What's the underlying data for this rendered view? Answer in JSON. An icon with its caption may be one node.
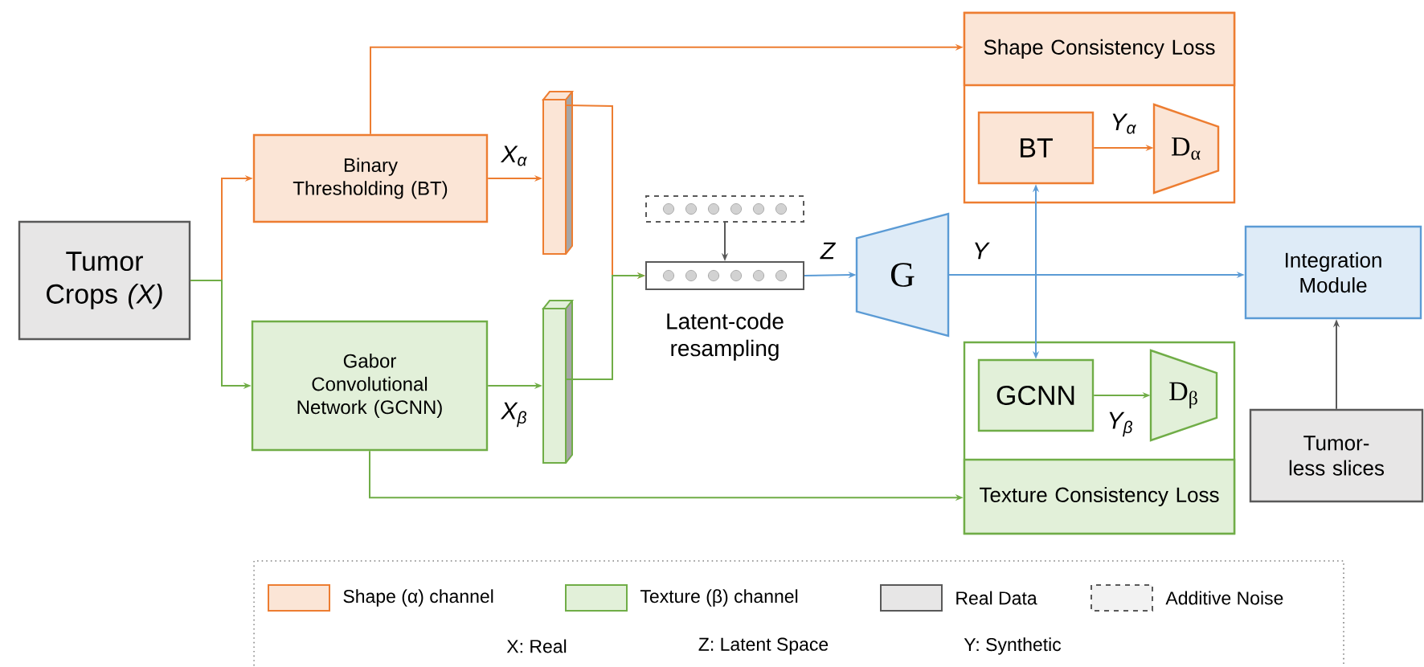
{
  "diagram": {
    "nodes": [
      {
        "text": [
          "Tumor Crops *(X)*"
        ]
      },
      {
        "text": [
          "Binary Thresholding (BT)"
        ]
      },
      {
        "text": [
          "Gabor Convolutional Network (GCNN)"
        ]
      },
      {
        "text": [],
        "shape": "bar"
      },
      {
        "text": [],
        "shape": "bar"
      },
      {
        "text": [],
        "shape": "box"
      },
      {
        "text": [],
        "shape": "box",
        "beside": [
          "Latent-code resampling"
        ]
      },
      {
        "text": [
          "G"
        ]
      },
      {
        "text": [
          "Shape Consistency Loss"
        ]
      },
      {
        "text": [
          "BT"
        ],
        "in": 8
      },
      {
        "text": [
          "D$_{α}$"
        ],
        "in": 8
      },
      {
        "text": [
          "Texture Consistency Loss"
        ]
      },
      {
        "text": [
          "GCNN"
        ],
        "in": 11
      },
      {
        "text": [
          "D$_{β}$"
        ],
        "in": 11
      },
      {
        "text": [
          "Integration Module"
        ]
      },
      {
        "text": [
          "Tumor-less slices"
        ]
      }
    ],
    "edges": [
      {
        "from": 0,
        "to": 1,
        "arrow": "to",
        "color": "#ed7d31"
      },
      {
        "from": 0,
        "to": 2,
        "arrow": "to",
        "color": "#70ad47"
      },
      {
        "from": 1,
        "to": 3,
        "arrow": "to",
        "label": "X$_{α}$",
        "color": "#ed7d31"
      },
      {
        "from": 2,
        "to": 4,
        "arrow": "to",
        "label": "X$_{β}$",
        "color": "#70ad47"
      },
      {
        "from": 1,
        "to": 8,
        "arrow": "to",
        "color": "#ed7d31"
      },
      {
        "from": 2,
        "to": 11,
        "arrow": "to",
        "color": "#70ad47"
      },
      {
        "from": 3,
        "to": 6,
        "arrow": "to",
        "color": "#ed7d31"
      },
      {
        "from": 4,
        "to": 6,
        "arrow": "to",
        "color": "#70ad47"
      },
      {
        "from": 5,
        "to": 6,
        "arrow": "to",
        "color": "#595959"
      },
      {
        "from": 6,
        "to": 7,
        "arrow": "to",
        "label": "Z",
        "color": "#5b9bd5"
      },
      {
        "from": 7,
        "to": 14,
        "arrow": "to",
        "label": "Y",
        "color": "#5b9bd5"
      },
      {
        "from": 9,
        "to": 12,
        "arrow": "both",
        "color": "#5b9bd5"
      },
      {
        "from": 9,
        "to": 10,
        "arrow": "to",
        "label": "Y$_{α}$",
        "color": "#ed7d31"
      },
      {
        "from": 12,
        "to": 13,
        "arrow": "to",
        "label": "Y$_{β}$",
        "color": "#70ad47"
      },
      {
        "from": 15,
        "to": 14,
        "arrow": "to",
        "color": "#595959"
      }
    ],
    "labels": [
      "X: Real",
      "Z: Latent Space",
      "Y: Synthetic"
    ],
    "legend": [
      {
        "text": "Shape (α) channel",
        "color": "#fbe5d6"
      },
      {
        "text": "Texture (β) channel",
        "color": "#e2f0d9"
      },
      {
        "text": "Real Data",
        "color": "#e7e6e6"
      },
      {
        "text": "Additive Noise",
        "color": "#f2f2f2"
      }
    ]
  }
}
